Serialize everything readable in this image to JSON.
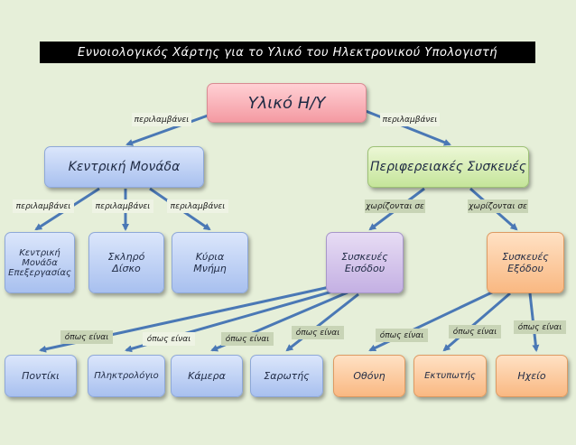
{
  "title": "Εννοιολογικός Χάρτης για το Υλικό του Ηλεκτρονικού Υπολογιστή",
  "nodes": {
    "root": "Υλικό Η/Υ",
    "central_unit": "Κεντρική Μονάδα",
    "peripherals": "Περιφερειακές Συσκευές",
    "cpu": "Κεντρική Μονάδα Επεξεργασίας",
    "hard_disk": "Σκληρό Δίσκο",
    "main_memory": "Κύρια Μνήμη",
    "input_devices": "Συσκευές Εισόδου",
    "output_devices": "Συσκευές Εξόδου",
    "mouse": "Ποντίκι",
    "keyboard": "Πληκτρολόγιο",
    "camera": "Κάμερα",
    "scanner": "Σαρωτής",
    "monitor": "Οθόνη",
    "printer": "Εκτυπωτής",
    "speaker": "Ηχείο"
  },
  "link_labels": {
    "includes": "περιλαμβάνει",
    "divided_into": "χωρίζονται σε",
    "such_as": "όπως είναι"
  },
  "colors": {
    "arrow": "#4a78b5",
    "root": "#f49aa2",
    "blue_node": "#a8c0ef",
    "green_node": "#c5e59a",
    "purple_node": "#c4b0e3",
    "orange_node": "#f9b882"
  }
}
